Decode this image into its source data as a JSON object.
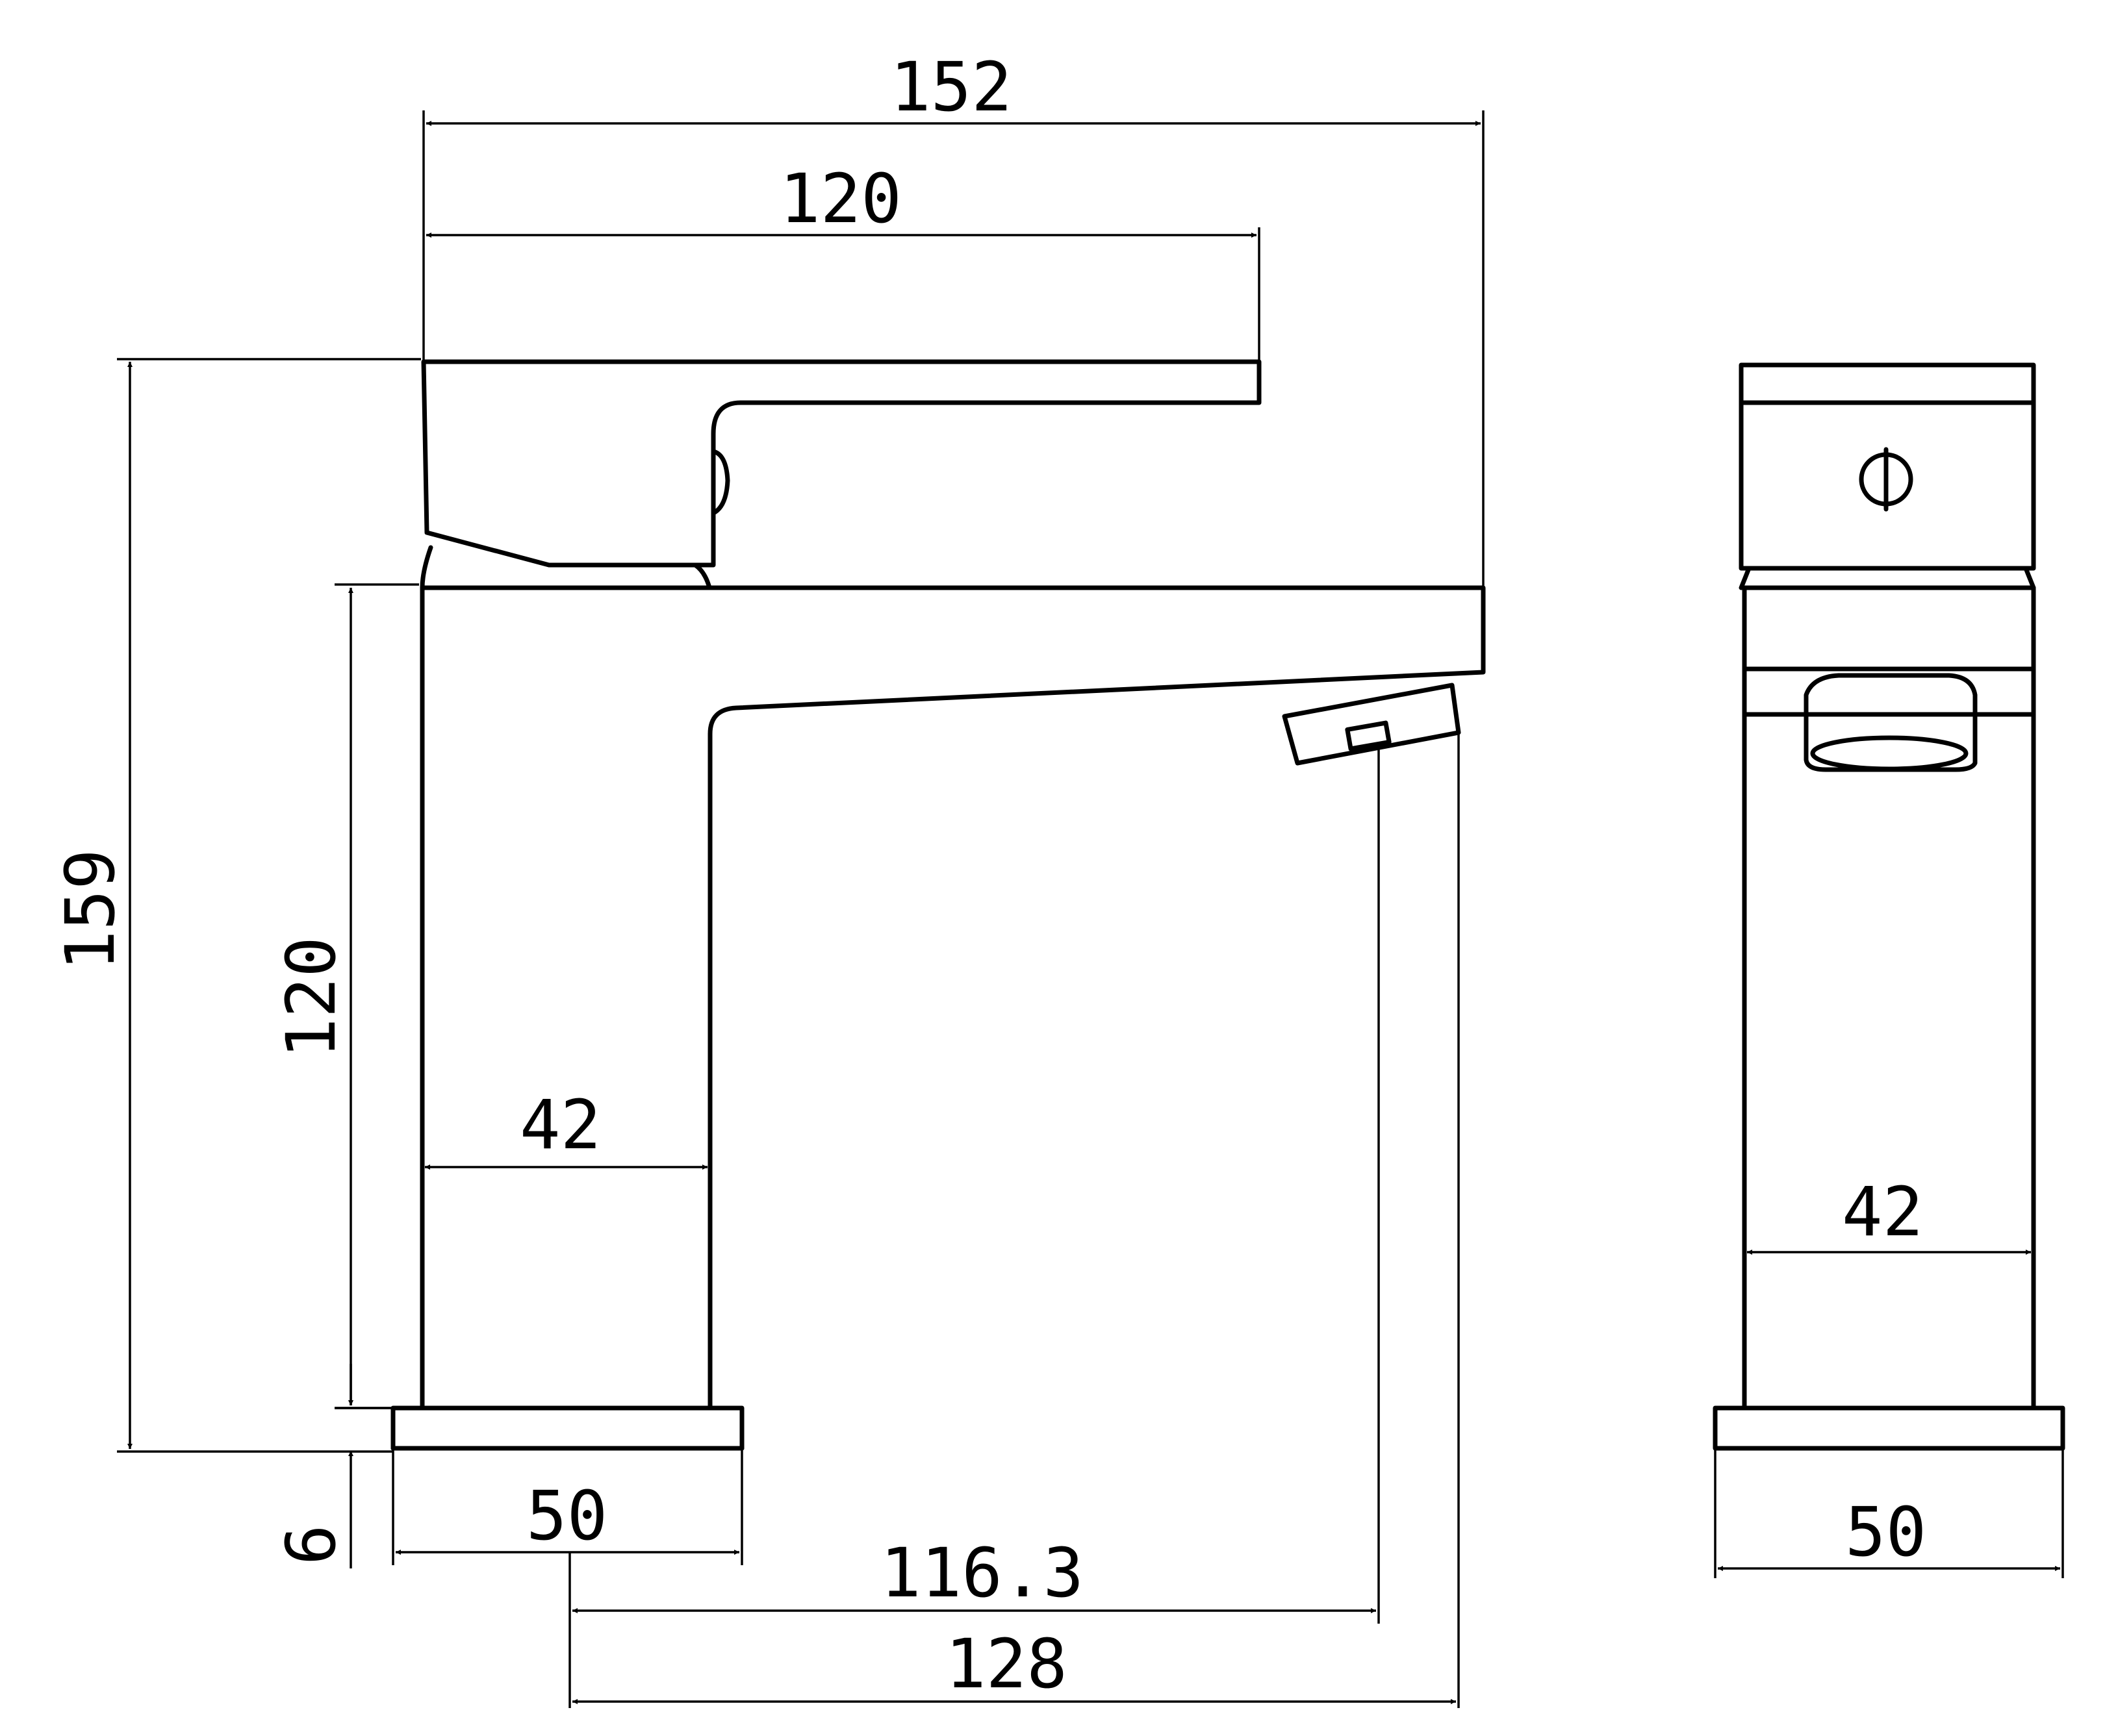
{
  "views": {
    "side": {
      "dimensions": {
        "overall_length": "152",
        "handle_length": "120",
        "overall_height": "159",
        "body_height": "120",
        "body_width": "42",
        "base_height": "6",
        "base_width": "50",
        "spout_to_center": "116.3",
        "center_to_front": "128"
      }
    },
    "front": {
      "dimensions": {
        "body_width": "42",
        "base_width": "50"
      }
    }
  }
}
